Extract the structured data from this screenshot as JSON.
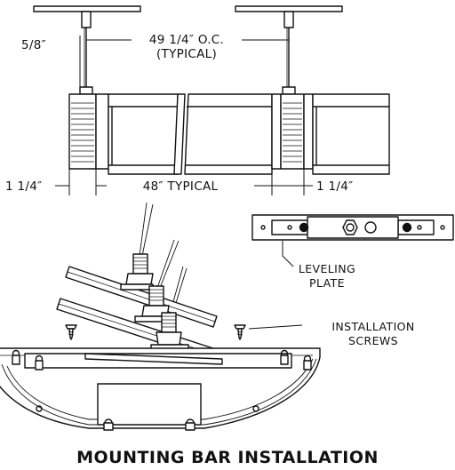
{
  "labels": {
    "top_gap": "5/8″",
    "oc_spacing": "49 1/4″ O.C.",
    "oc_note": "(TYPICAL)",
    "end_left": "1 1/4″",
    "length_typical": "48″ TYPICAL",
    "end_right": "1 1/4″",
    "leveling_plate_1": "LEVELING",
    "leveling_plate_2": "PLATE",
    "install_screws_1": "INSTALLATION",
    "install_screws_2": "SCREWS"
  },
  "title": "MOUNTING BAR INSTALLATION",
  "colors": {
    "ink": "#111111",
    "paper": "#ffffff"
  }
}
